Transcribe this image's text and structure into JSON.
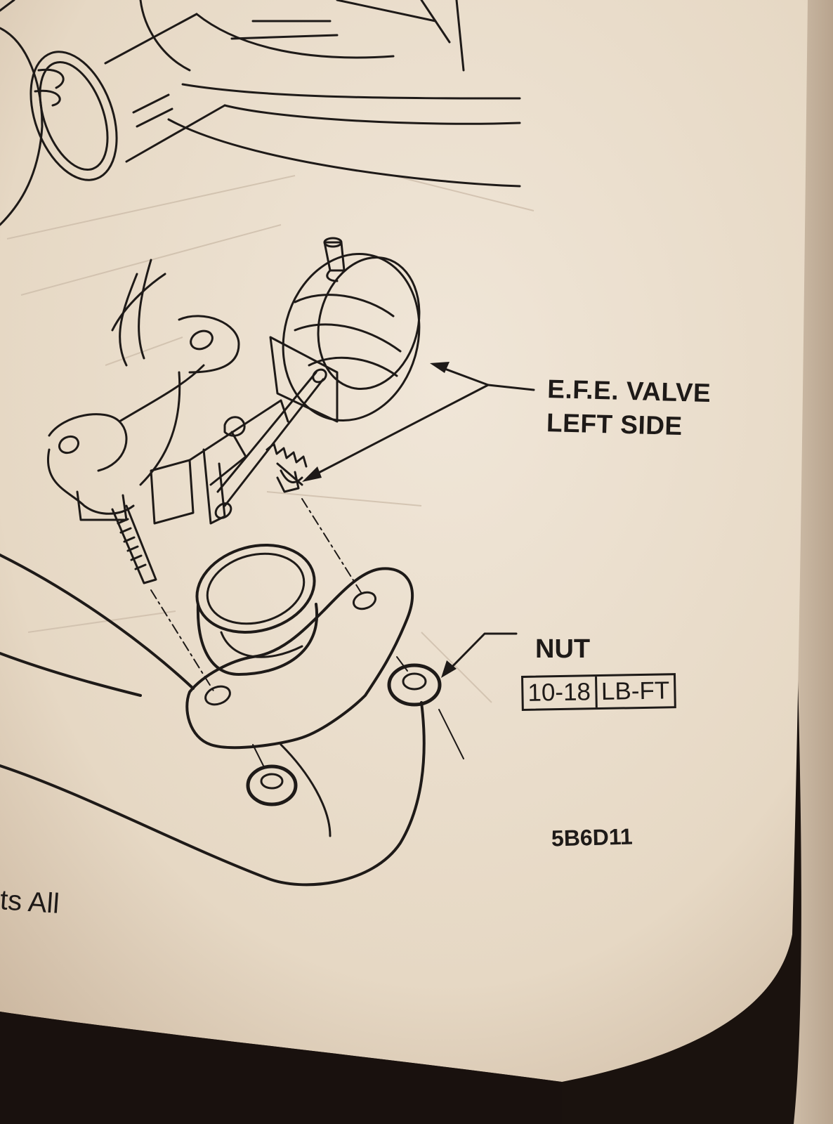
{
  "diagram": {
    "valve_label_line1": "E.F.E. VALVE",
    "valve_label_line2": "LEFT SIDE",
    "nut_label": "NUT",
    "torque_value": "10-18",
    "torque_unit": "LB-FT",
    "figure_number": "5B6D11",
    "caption_fragment": "ts All"
  },
  "colors": {
    "paper": "#ece0cf",
    "ink": "#1e1a18",
    "shadow": "#1a120e"
  }
}
